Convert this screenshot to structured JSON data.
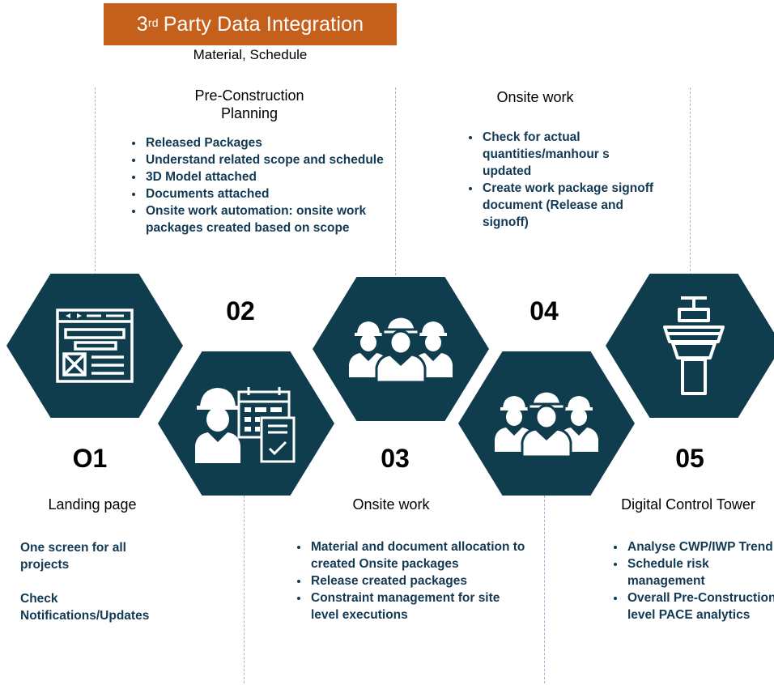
{
  "banner": {
    "sup": "rd",
    "prefix": "3",
    "title": "Party Data Integration",
    "subtitle": "Material, Schedule"
  },
  "colors": {
    "hex": "#0f3d4e",
    "banner": "#c5601c",
    "text": "#123a55"
  },
  "steps": [
    {
      "number": "O1",
      "heading": "Landing page",
      "paragraphs": [
        "One screen for all projects",
        "Check Notifications/Updates"
      ],
      "icon": "web-page-icon"
    },
    {
      "number": "02",
      "heading": "Pre-Construction Planning",
      "bullets": [
        "Released Packages",
        "Understand related scope and schedule",
        "3D Model attached",
        "Documents attached",
        "Onsite work automation: onsite work packages created based on scope"
      ],
      "icon": "engineer-schedule-icon"
    },
    {
      "number": "03",
      "heading": "Onsite work",
      "bullets": [
        "Material and document allocation to created Onsite packages",
        "Release created packages",
        "Constraint management for site level executions"
      ],
      "icon": "workers-icon"
    },
    {
      "number": "04",
      "heading": "Onsite work",
      "bullets": [
        "Check for actual quantities/manhour s updated",
        "Create work package signoff document (Release and signoff)"
      ],
      "icon": "workers-icon"
    },
    {
      "number": "05",
      "heading": "Digital Control Tower",
      "bullets": [
        "Analyse CWP/IWP Trend",
        "Schedule risk management",
        "Overall Pre-Construction level PACE analytics"
      ],
      "icon": "control-tower-icon"
    }
  ]
}
